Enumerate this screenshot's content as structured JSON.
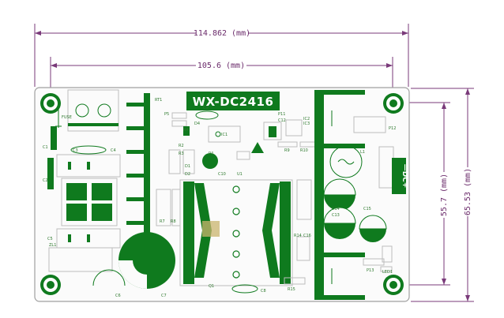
{
  "board_title": "WX-DC2416",
  "output_label": "—DC+",
  "dimensions": {
    "overall_width": "114.862 (mm)",
    "hole_spacing_x": "105.6 (mm)",
    "hole_spacing_y": "55.7 (mm)",
    "overall_height": "65.53 (mm)"
  },
  "silkscreen": [
    "RT1",
    "P5",
    "C9",
    "IC1",
    "R4",
    "D4",
    "P4",
    "C10",
    "U1",
    "R2",
    "R3",
    "D1",
    "D2",
    "P11",
    "C12",
    "IC2",
    "IC3",
    "R9",
    "R10",
    "L1",
    "P12",
    "C3",
    "C1",
    "C2",
    "C4",
    "FUSE",
    "R7",
    "R8",
    "C5",
    "ZL1",
    "C6",
    "C7",
    "Q1",
    "C8",
    "C13",
    "C14",
    "C15",
    "R14",
    "C16",
    "R15",
    "P13",
    "LED1"
  ],
  "colors": {
    "copper": "#0f7a1e",
    "dimension": "#7a3a7a",
    "outline": "#a0a0a0"
  }
}
